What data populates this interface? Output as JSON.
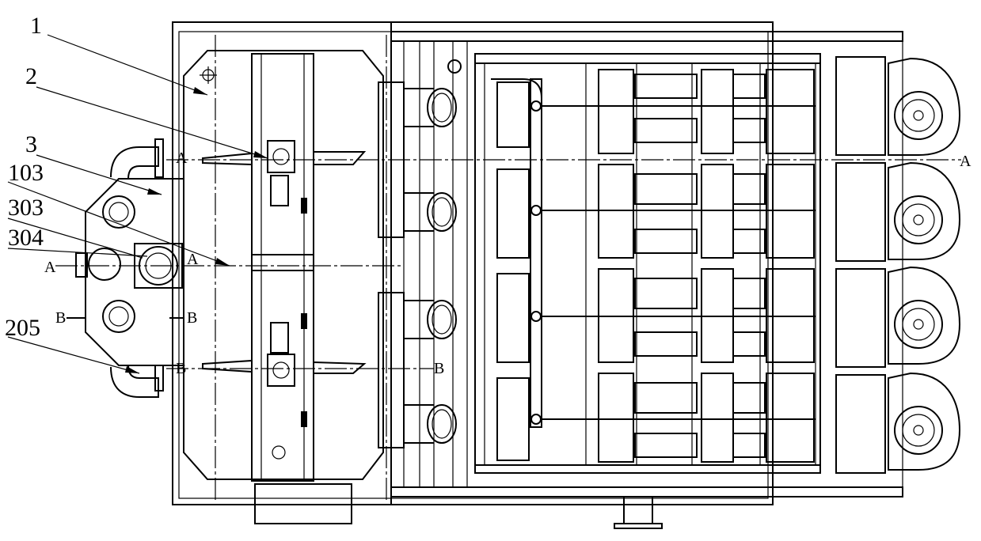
{
  "labels": {
    "l1": "1",
    "l2": "2",
    "l3": "3",
    "l103": "103",
    "l303": "303",
    "l304": "304",
    "l205": "205"
  },
  "section_marks": {
    "a_left": "A",
    "a_inner": "A",
    "a_upper": "A",
    "a_right": "A",
    "b_left": "B",
    "b_inner": "B",
    "b_lower_left": "B",
    "b_lower_right": "B"
  }
}
